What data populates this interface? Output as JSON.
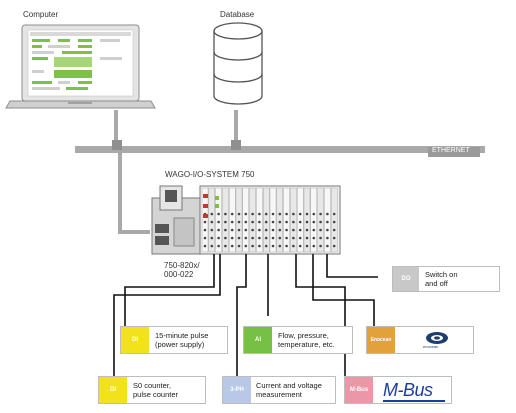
{
  "labels": {
    "computer": "Computer",
    "database": "Database",
    "ethernet": "ETHERNET",
    "system_title": "WAGO-I/O-SYSTEM 750",
    "controller_model": "750-820x/\n000-022"
  },
  "modules": [
    {
      "tag": "DO",
      "text": "Switch on\nand off",
      "color": "#c8c8c8"
    },
    {
      "tag": "Dl",
      "text": "15-minute pulse\n(power supply)",
      "color": "#f2e21b"
    },
    {
      "tag": "Al",
      "text": "Flow, pressure,\ntemperature, etc.",
      "color": "#76c043"
    },
    {
      "tag": "Enocean",
      "text": "enocean",
      "color": "#e3a13b"
    },
    {
      "tag": "Dl",
      "text": "S0 counter,\npulse counter",
      "color": "#f2e21b"
    },
    {
      "tag": "3-PH",
      "text": "Current and voltage\nmeasurement",
      "color": "#b9c8e6"
    },
    {
      "tag": "M-Bus",
      "text": "M-Bus",
      "color": "#ec97a8"
    }
  ]
}
